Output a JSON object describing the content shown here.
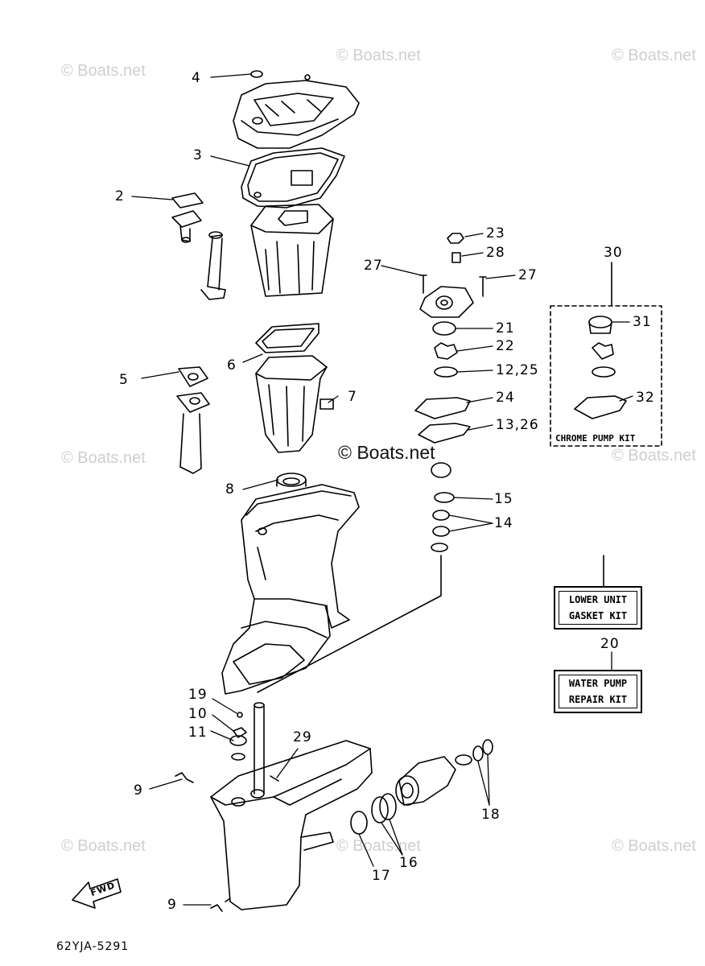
{
  "watermark_text": "© Boats.net",
  "diagram_ref": "62YJA-5291",
  "fwd_label": "FWD",
  "callouts": {
    "c2": "2",
    "c3": "3",
    "c4": "4",
    "c5": "5",
    "c6": "6",
    "c7": "7",
    "c8": "8",
    "c9a": "9",
    "c9b": "9",
    "c10": "10",
    "c11": "11",
    "c12_25": "12,25",
    "c13_26": "13,26",
    "c14": "14",
    "c15": "15",
    "c16": "16",
    "c17": "17",
    "c18": "18",
    "c19": "19",
    "c20": "20",
    "c21": "21",
    "c22": "22",
    "c23": "23",
    "c24": "24",
    "c27a": "27",
    "c27b": "27",
    "c28": "28",
    "c29": "29",
    "c30": "30",
    "c31": "31",
    "c32": "32"
  },
  "kits": {
    "lower_unit": {
      "line1": "LOWER UNIT",
      "line2": "GASKET KIT"
    },
    "water_pump": {
      "line1": "WATER PUMP",
      "line2": "REPAIR KIT"
    },
    "chrome_pump": "CHROME PUMP KIT"
  }
}
